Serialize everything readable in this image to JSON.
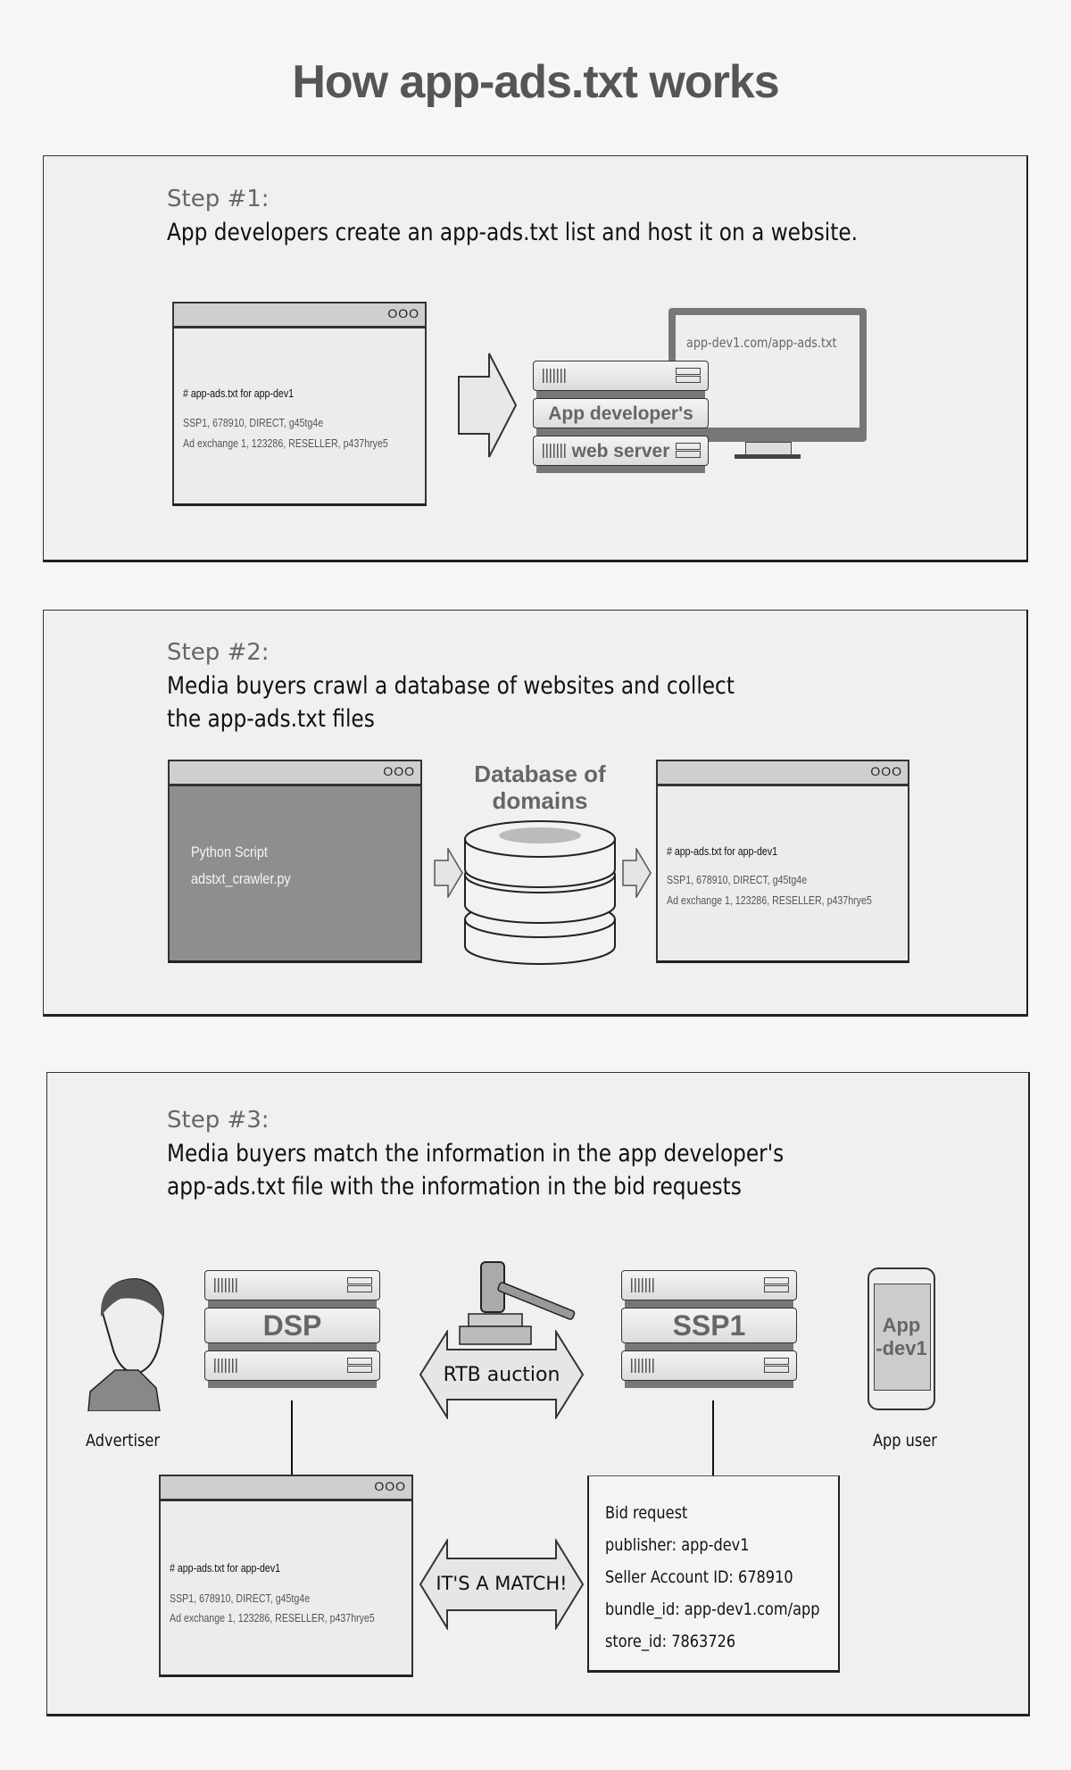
{
  "title": "How app-ads.txt works",
  "file_content": {
    "header": "# app-ads.txt for app-dev1",
    "line1": "SSP1, 678910, DIRECT, g45tg4e",
    "line2": "Ad exchange 1, 123286, RESELLER, p437hrye5",
    "window_controls": "OOO"
  },
  "step1": {
    "label": "Step #1:",
    "description": "App developers create an app-ads.txt list and host it on a website.",
    "server_label_1": "App developer's",
    "server_label_2": "web server",
    "monitor_url": "app-dev1.com/app-ads.txt"
  },
  "step2": {
    "label": "Step #2:",
    "description_line1": "Media buyers crawl a database of websites and collect",
    "description_line2": "the app-ads.txt files",
    "script_line1": "Python Script",
    "script_line2": "adstxt_crawler.py",
    "database_line1": "Database of",
    "database_line2": "domains"
  },
  "step3": {
    "label": "Step #3:",
    "description_line1": "Media buyers match the information in the app developer's",
    "description_line2": "app-ads.txt file with the information in the bid requests",
    "advertiser": "Advertiser",
    "dsp": "DSP",
    "rtb": "RTB auction",
    "ssp": "SSP1",
    "phone_line1": "App",
    "phone_line2": "-dev1",
    "app_user": "App user",
    "match": "IT'S A MATCH!",
    "bid_request": {
      "title": "Bid request",
      "publisher": "publisher: app-dev1",
      "seller": "Seller Account ID: 678910",
      "bundle": "bundle_id: app-dev1.com/app",
      "store": "store_id: 7863726"
    }
  }
}
